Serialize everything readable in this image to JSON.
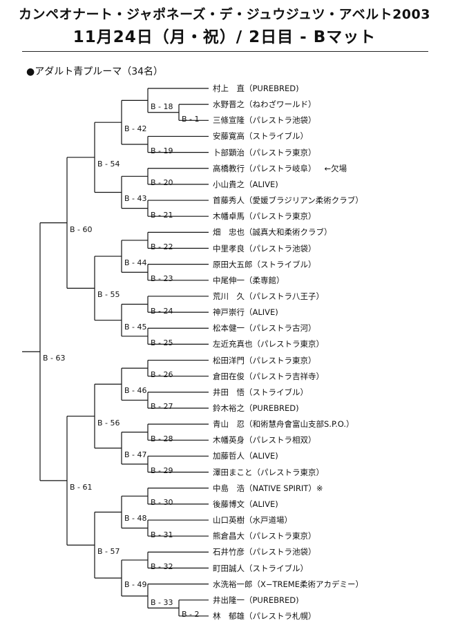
{
  "header": {
    "title_line1": "カンペオナート・ジャポネーズ・デ・ジュウジュツ・アベルト2003",
    "title_line2": "11月24日（月・祝）/ 2日目 - Bマット"
  },
  "category": "●アダルト青プルーマ（34名）",
  "players": [
    {
      "name": "村上　直",
      "team": "（PUREBRED)"
    },
    {
      "name": "水野晋之",
      "team": "（ねわざワールド）"
    },
    {
      "name": "三條宣隆",
      "team": "（パレストラ池袋）"
    },
    {
      "name": "安藤寛高",
      "team": "（ストライブル）"
    },
    {
      "name": "卜部顕治",
      "team": "（パレストラ東京）"
    },
    {
      "name": "高橋教行",
      "team": "（パレストラ岐阜）",
      "note": "←欠場"
    },
    {
      "name": "小山貴之",
      "team": "（ALIVE)"
    },
    {
      "name": "首藤秀人",
      "team": "（愛媛ブラジリアン柔術クラブ）"
    },
    {
      "name": "木幡卓馬",
      "team": "（パレストラ東京）"
    },
    {
      "name": "畑　忠也",
      "team": "（誠真大和柔術クラブ）"
    },
    {
      "name": "中里孝良",
      "team": "（パレストラ池袋）"
    },
    {
      "name": "原田大五郎",
      "team": "（ストライブル）"
    },
    {
      "name": "中尾伸一",
      "team": "（柔専館）"
    },
    {
      "name": "荒川　久",
      "team": "（パレストラ八王子）"
    },
    {
      "name": "神戸崇行",
      "team": "（ALIVE)"
    },
    {
      "name": "松本健一",
      "team": "（パレストラ古河）"
    },
    {
      "name": "左近充真也",
      "team": "（パレストラ東京）"
    },
    {
      "name": "松田洋門",
      "team": "（パレストラ東京）"
    },
    {
      "name": "倉田在俊",
      "team": "（パレストラ吉祥寺）"
    },
    {
      "name": "井田　悟",
      "team": "（ストライブル）"
    },
    {
      "name": "鈴木裕之",
      "team": "（PUREBRED)"
    },
    {
      "name": "青山　忍",
      "team": "（和術慧舟會富山支部S.P.O.）"
    },
    {
      "name": "木幡英身",
      "team": "（パレストラ相双）"
    },
    {
      "name": "加藤哲人",
      "team": "（ALIVE)"
    },
    {
      "name": "澤田まこと",
      "team": "（パレストラ東京）"
    },
    {
      "name": "中島　浩",
      "team": "（NATIVE SPIRIT）※"
    },
    {
      "name": "後藤博文",
      "team": "（ALIVE)"
    },
    {
      "name": "山口英樹",
      "team": "（水戸道場）"
    },
    {
      "name": "熊倉昌大",
      "team": "（パレストラ東京）"
    },
    {
      "name": "石井竹彦",
      "team": "（パレストラ池袋）"
    },
    {
      "name": "町田誠人",
      "team": "（ストライブル）"
    },
    {
      "name": "水洗裕一郎",
      "team": "（X−TREME柔術アカデミー）"
    },
    {
      "name": "井出隆一",
      "team": "（PUREBRED)"
    },
    {
      "name": "林　郁雄",
      "team": "（パレストラ札幌）"
    }
  ],
  "matches": [
    "B - 1",
    "B - 2",
    "B - 18",
    "B - 19",
    "B - 20",
    "B - 21",
    "B - 22",
    "B - 23",
    "B - 24",
    "B - 25",
    "B - 26",
    "B - 27",
    "B - 28",
    "B - 29",
    "B - 30",
    "B - 31",
    "B - 32",
    "B - 33",
    "B - 42",
    "B - 43",
    "B - 44",
    "B - 45",
    "B - 46",
    "B - 47",
    "B - 48",
    "B - 49",
    "B - 54",
    "B - 55",
    "B - 56",
    "B - 57",
    "B - 60",
    "B - 61",
    "B - 63"
  ]
}
